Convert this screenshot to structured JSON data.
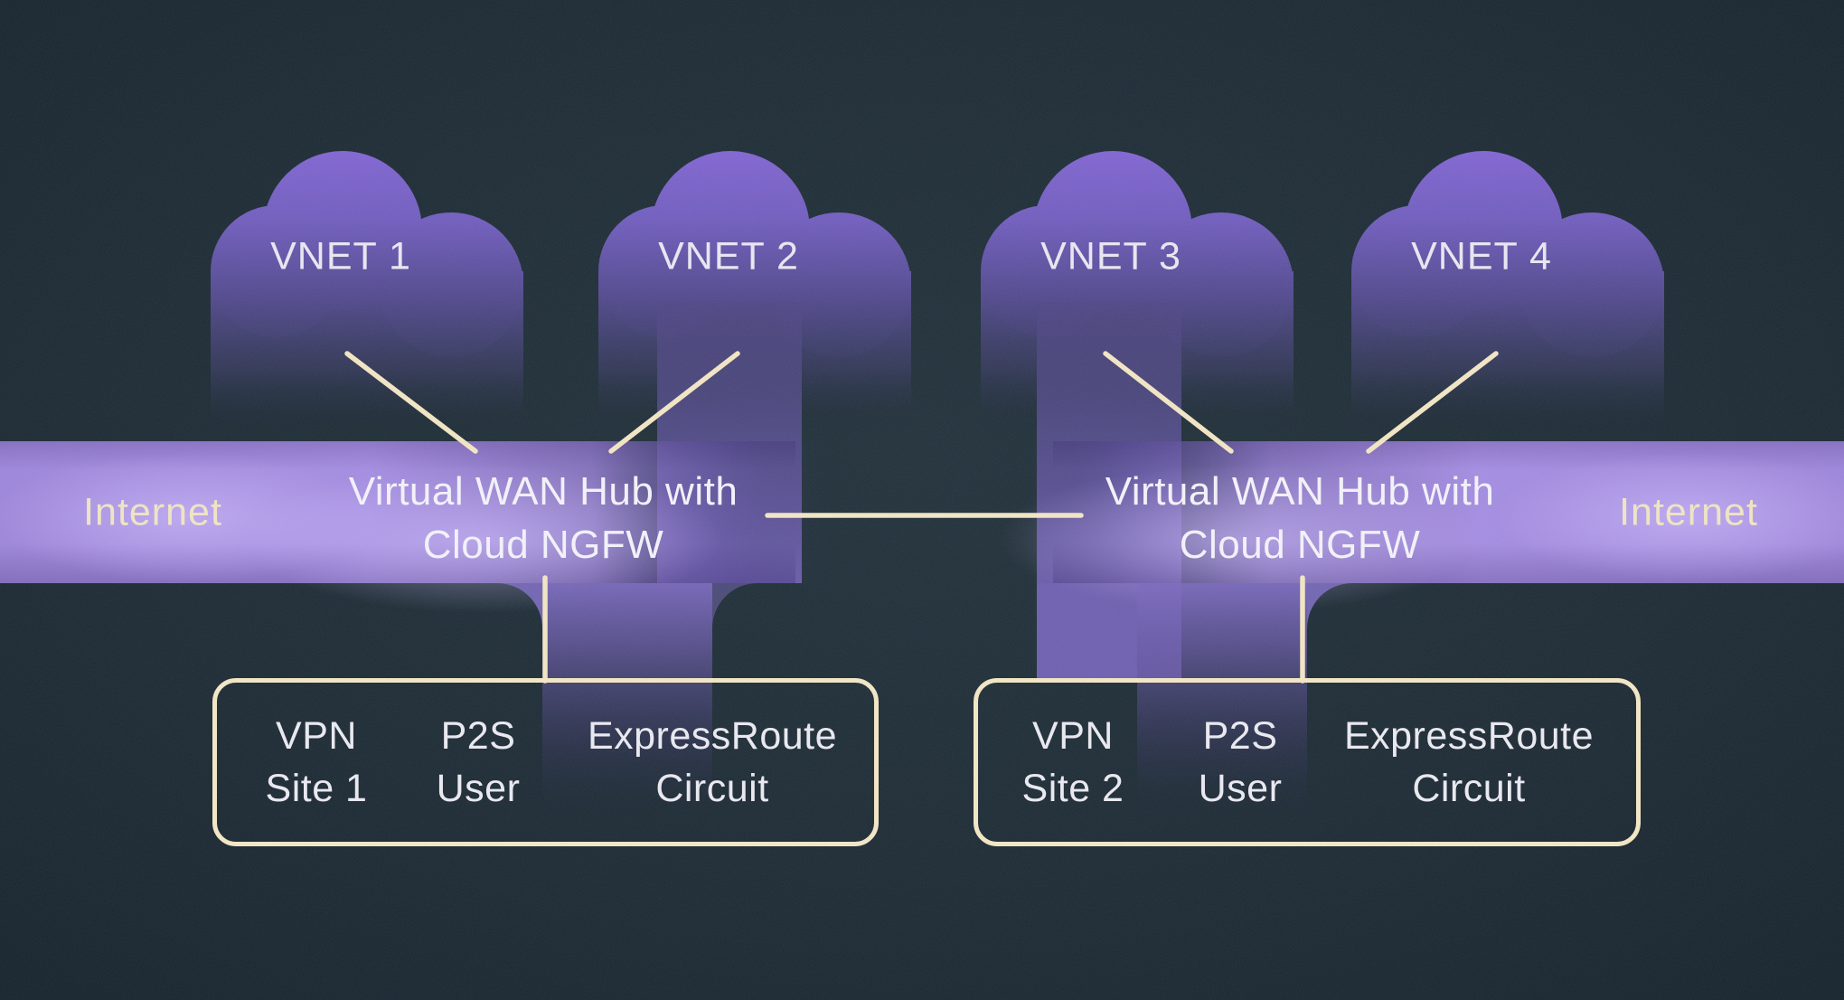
{
  "clouds": [
    {
      "label": "VNET 1"
    },
    {
      "label": "VNET 2"
    },
    {
      "label": "VNET 3"
    },
    {
      "label": "VNET 4"
    }
  ],
  "internet": {
    "left": "Internet",
    "right": "Internet"
  },
  "hubs": [
    {
      "line1": "Virtual WAN Hub with",
      "line2": "Cloud NGFW"
    },
    {
      "line1": "Virtual WAN Hub with",
      "line2": "Cloud NGFW"
    }
  ],
  "site_boxes": [
    {
      "items": [
        {
          "line1": "VPN",
          "line2": "Site 1"
        },
        {
          "line1": "P2S",
          "line2": "User"
        },
        {
          "line1": "ExpressRoute",
          "line2": "Circuit"
        }
      ]
    },
    {
      "items": [
        {
          "line1": "VPN",
          "line2": "Site 2"
        },
        {
          "line1": "P2S",
          "line2": "User"
        },
        {
          "line1": "ExpressRoute",
          "line2": "Circuit"
        }
      ]
    }
  ],
  "colors": {
    "background": "#1B2933",
    "band_purple": "#A28BDF",
    "band_glow": "#D2C0FF",
    "cloud_top": "#8164D2",
    "line_cream": "#F0E4C2",
    "label_white": "#E9E8EF"
  }
}
